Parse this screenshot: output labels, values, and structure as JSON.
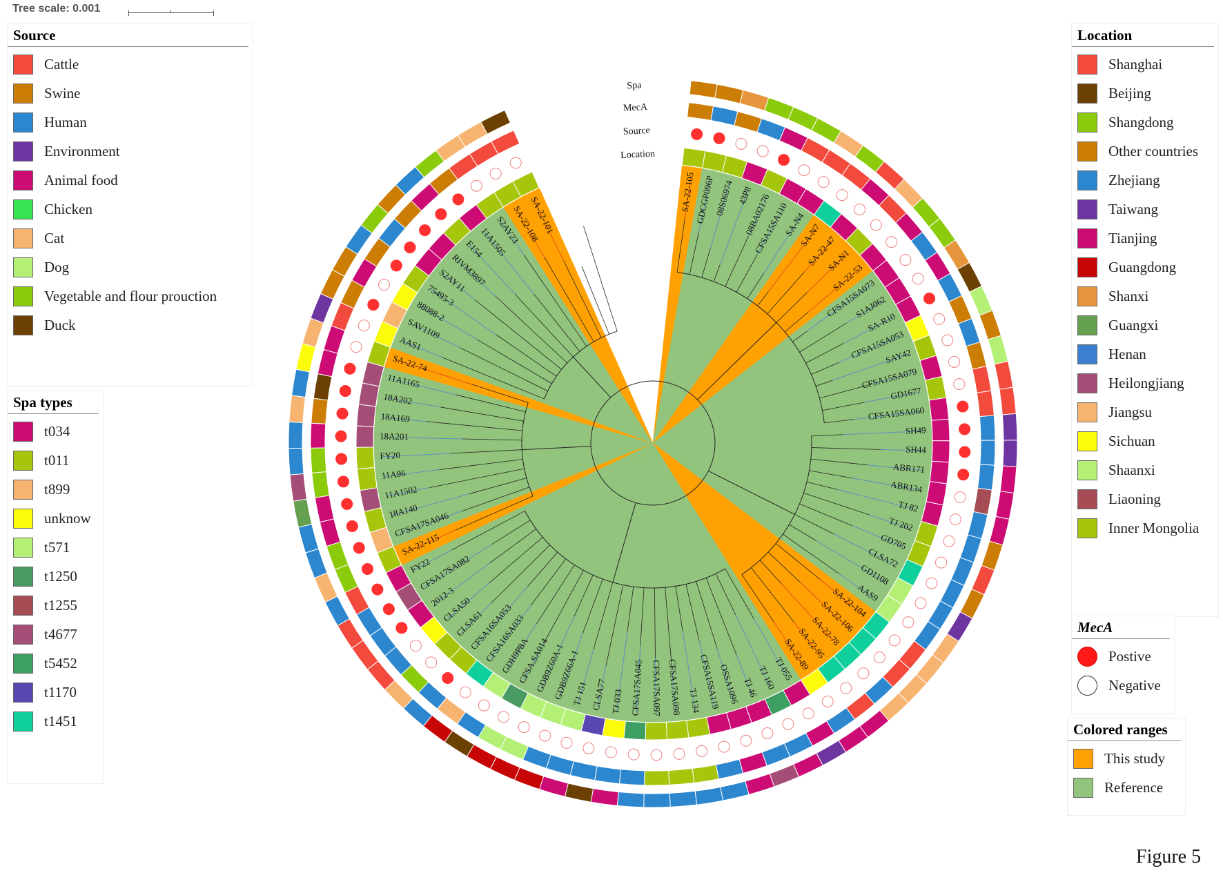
{
  "header": {
    "tree_scale": "Tree scale: 0.001"
  },
  "figure_label": "Figure 5",
  "ring_labels": [
    "Location",
    "Source",
    "MecA",
    "Spa"
  ],
  "legends": {
    "source": {
      "title": "Source",
      "items": [
        {
          "label": "Cattle",
          "color": "#f24a3c"
        },
        {
          "label": "Swine",
          "color": "#cb7d05"
        },
        {
          "label": "Human",
          "color": "#2d87cf"
        },
        {
          "label": "Environment",
          "color": "#6e35a0"
        },
        {
          "label": "Animal food",
          "color": "#cc0c74"
        },
        {
          "label": "Chicken",
          "color": "#37e253"
        },
        {
          "label": "Cat",
          "color": "#f6b470"
        },
        {
          "label": "Dog",
          "color": "#b4f075"
        },
        {
          "label": "Vegetable and flour prouction",
          "color": "#8ccb0c"
        },
        {
          "label": "Duck",
          "color": "#6b4002"
        }
      ]
    },
    "spa": {
      "title": "Spa types",
      "items": [
        {
          "label": "t034",
          "color": "#cc0c74"
        },
        {
          "label": "t011",
          "color": "#a6c60c"
        },
        {
          "label": "t899",
          "color": "#f6b470"
        },
        {
          "label": "unknow",
          "color": "#fbfb0a"
        },
        {
          "label": "t571",
          "color": "#b4f075"
        },
        {
          "label": "t1250",
          "color": "#4a9b63"
        },
        {
          "label": "t1255",
          "color": "#a64c55"
        },
        {
          "label": "t4677",
          "color": "#a44d76"
        },
        {
          "label": "t5452",
          "color": "#3e9f62"
        },
        {
          "label": "t1170",
          "color": "#5a46b0"
        },
        {
          "label": "t1451",
          "color": "#0fcf9c"
        }
      ]
    },
    "location": {
      "title": "Location",
      "items": [
        {
          "label": "Shanghai",
          "color": "#f24a3c"
        },
        {
          "label": "Beijing",
          "color": "#6b4002"
        },
        {
          "label": "Shangdong",
          "color": "#8ccb0c"
        },
        {
          "label": "Other countries",
          "color": "#cb7d05"
        },
        {
          "label": "Zhejiang",
          "color": "#2d87cf"
        },
        {
          "label": "Taiwang",
          "color": "#6e35a0"
        },
        {
          "label": "Tianjing",
          "color": "#cc0c74"
        },
        {
          "label": "Guangdong",
          "color": "#c80505"
        },
        {
          "label": "Shanxi",
          "color": "#e6953c"
        },
        {
          "label": "Guangxi",
          "color": "#64a04f"
        },
        {
          "label": "Henan",
          "color": "#3a7fd0"
        },
        {
          "label": "Heilongjiang",
          "color": "#a44d76"
        },
        {
          "label": "Jiangsu",
          "color": "#f6b470"
        },
        {
          "label": "Sichuan",
          "color": "#fbfb0a"
        },
        {
          "label": "Shaanxi",
          "color": "#b4f075"
        },
        {
          "label": "Liaoning",
          "color": "#a64c55"
        },
        {
          "label": "Inner Mongolia",
          "color": "#a6c60c"
        }
      ]
    },
    "meca": {
      "title": "MecA",
      "items": [
        {
          "label": "Postive",
          "color": "#ff1a1a"
        },
        {
          "label": "Negative",
          "color": "#ffffff"
        }
      ]
    },
    "ranges": {
      "title": "Colored ranges",
      "items": [
        {
          "label": "This study",
          "color": "#ffa102"
        },
        {
          "label": "Reference",
          "color": "#93c47d"
        }
      ]
    }
  },
  "tree": {
    "leaves": [
      {
        "name": "SA-22-105",
        "study": true,
        "spa": "t011",
        "meca": true,
        "src": "Swine",
        "loc": "Other countries"
      },
      {
        "name": "GDCGP096P",
        "study": false,
        "spa": "t011",
        "meca": true,
        "src": "Human",
        "loc": "Other countries"
      },
      {
        "name": "08S06974",
        "study": false,
        "spa": "t011",
        "meca": false,
        "src": "Swine",
        "loc": "Shanxi"
      },
      {
        "name": "43P8",
        "study": false,
        "spa": "t034",
        "meca": false,
        "src": "Human",
        "loc": "Shangdong"
      },
      {
        "name": "08BA02176",
        "study": false,
        "spa": "t011",
        "meca": true,
        "src": "Animal food",
        "loc": "Shangdong"
      },
      {
        "name": "CFSA15SA110",
        "study": false,
        "spa": "t034",
        "meca": false,
        "src": "Cattle",
        "loc": "Shangdong"
      },
      {
        "name": "SA-N4",
        "study": false,
        "spa": "t034",
        "meca": false,
        "src": "Cattle",
        "loc": "Jiangsu"
      },
      {
        "name": "SA-N7",
        "study": true,
        "spa": "t1451",
        "meca": false,
        "src": "Cattle",
        "loc": "Shangdong"
      },
      {
        "name": "SA-22-47",
        "study": true,
        "spa": "t034",
        "meca": false,
        "src": "Animal food",
        "loc": "Shanghai"
      },
      {
        "name": "SA-N1",
        "study": true,
        "spa": "t011",
        "meca": false,
        "src": "Cattle",
        "loc": "Jiangsu"
      },
      {
        "name": "SA-22-53",
        "study": true,
        "spa": "t034",
        "meca": false,
        "src": "Animal food",
        "loc": "Shangdong"
      },
      {
        "name": "CFSA15SA073",
        "study": false,
        "spa": "t034",
        "meca": false,
        "src": "Human",
        "loc": "Shangdong"
      },
      {
        "name": "S1AJ062",
        "study": false,
        "spa": "t034",
        "meca": false,
        "src": "Animal food",
        "loc": "Shanxi"
      },
      {
        "name": "SA-R10",
        "study": false,
        "spa": "t034",
        "meca": true,
        "src": "Human",
        "loc": "Beijing"
      },
      {
        "name": "CFSA15SA053",
        "study": false,
        "spa": "unknow",
        "meca": false,
        "src": "Swine",
        "loc": "Shaanxi"
      },
      {
        "name": "SAY42",
        "study": false,
        "spa": "t011",
        "meca": false,
        "src": "Human",
        "loc": "Other countries"
      },
      {
        "name": "CFSA15SA079",
        "study": false,
        "spa": "t034",
        "meca": false,
        "src": "Swine",
        "loc": "Shaanxi"
      },
      {
        "name": "GD1677",
        "study": false,
        "spa": "t011",
        "meca": false,
        "src": "Cattle",
        "loc": "Shanghai"
      },
      {
        "name": "CFSA15SA060",
        "study": false,
        "spa": "t034",
        "meca": true,
        "src": "Cattle",
        "loc": "Shanghai"
      },
      {
        "name": "SH49",
        "study": false,
        "spa": "t034",
        "meca": true,
        "src": "Human",
        "loc": "Taiwang"
      },
      {
        "name": "SH44",
        "study": false,
        "spa": "t034",
        "meca": true,
        "src": "Human",
        "loc": "Taiwang"
      },
      {
        "name": "ABR171",
        "study": false,
        "spa": "t034",
        "meca": true,
        "src": "Human",
        "loc": "Animal food"
      },
      {
        "name": "ABR134",
        "study": false,
        "spa": "t034",
        "meca": false,
        "src": "Liaoning",
        "loc": "Tianjing"
      },
      {
        "name": "TJ 82",
        "study": false,
        "spa": "t034",
        "meca": false,
        "src": "Human",
        "loc": "Tianjing"
      },
      {
        "name": "TJ 202",
        "study": false,
        "spa": "t011",
        "meca": false,
        "src": "Human",
        "loc": "Other countries"
      },
      {
        "name": "GD705",
        "study": false,
        "spa": "t011",
        "meca": false,
        "src": "Human",
        "loc": "Shanghai"
      },
      {
        "name": "CLSA72",
        "study": false,
        "spa": "t1451",
        "meca": false,
        "src": "Human",
        "loc": "Other countries"
      },
      {
        "name": "GD1108",
        "study": false,
        "spa": "t571",
        "meca": false,
        "src": "Human",
        "loc": "Taiwang"
      },
      {
        "name": "AAS9",
        "study": false,
        "spa": "t571",
        "meca": false,
        "src": "Human",
        "loc": "Jiangsu"
      },
      {
        "name": "SA-22-104",
        "study": true,
        "spa": "t1451",
        "meca": false,
        "src": "Cattle",
        "loc": "Jiangsu"
      },
      {
        "name": "SA-22-106",
        "study": true,
        "spa": "t1451",
        "meca": false,
        "src": "Cattle",
        "loc": "Jiangsu"
      },
      {
        "name": "SA-22-78",
        "study": true,
        "spa": "t1451",
        "meca": false,
        "src": "Human",
        "loc": "Jiangsu"
      },
      {
        "name": "SA-22-95",
        "study": true,
        "spa": "t1451",
        "meca": false,
        "src": "Cattle",
        "loc": "Animal food"
      },
      {
        "name": "SA-22-89",
        "study": true,
        "spa": "unknow",
        "meca": false,
        "src": "Human",
        "loc": "Animal food"
      },
      {
        "name": "TJ 055",
        "study": false,
        "spa": "t034",
        "meca": false,
        "src": "Animal food",
        "loc": "Taiwang"
      },
      {
        "name": "TJ 160",
        "study": false,
        "spa": "t5452",
        "meca": false,
        "src": "Human",
        "loc": "Animal food"
      },
      {
        "name": "TJ 46",
        "study": false,
        "spa": "t034",
        "meca": false,
        "src": "Human",
        "loc": "Heilongjiang"
      },
      {
        "name": "OSSA1096",
        "study": false,
        "spa": "t034",
        "meca": false,
        "src": "Animal food",
        "loc": "Animal food"
      },
      {
        "name": "CFSA15SA119",
        "study": false,
        "spa": "t034",
        "meca": false,
        "src": "Human",
        "loc": "Human"
      },
      {
        "name": "TJ 134",
        "study": false,
        "spa": "t011",
        "meca": false,
        "src": "Inner Mongolia",
        "loc": "Human"
      },
      {
        "name": "CFSA17SA098",
        "study": false,
        "spa": "t011",
        "meca": false,
        "src": "Inner Mongolia",
        "loc": "Human"
      },
      {
        "name": "CFSA17SA097",
        "study": false,
        "spa": "t011",
        "meca": false,
        "src": "Inner Mongolia",
        "loc": "Human"
      },
      {
        "name": "CFSA17SA045",
        "study": false,
        "spa": "t5452",
        "meca": false,
        "src": "Human",
        "loc": "Human"
      },
      {
        "name": "TJ 033",
        "study": false,
        "spa": "unknow",
        "meca": false,
        "src": "Human",
        "loc": "Animal food"
      },
      {
        "name": "CLSA77",
        "study": false,
        "spa": "t1170",
        "meca": false,
        "src": "Human",
        "loc": "Beijing"
      },
      {
        "name": "TJ 151",
        "study": false,
        "spa": "t571",
        "meca": false,
        "src": "Human",
        "loc": "Animal food"
      },
      {
        "name": "GDB9Z66A-1",
        "study": false,
        "spa": "t571",
        "meca": false,
        "src": "Human",
        "loc": "Guangdong"
      },
      {
        "name": "GDB9Z60A-1",
        "study": false,
        "spa": "t571",
        "meca": false,
        "src": "Dog",
        "loc": "Guangdong"
      },
      {
        "name": "CFSA.SA014",
        "study": false,
        "spa": "t1250",
        "meca": false,
        "src": "Dog",
        "loc": "Guangdong"
      },
      {
        "name": "GDH9P8A",
        "study": false,
        "spa": "t571",
        "meca": false,
        "src": "Human",
        "loc": "Beijing"
      },
      {
        "name": "CFSA16SA033",
        "study": false,
        "spa": "t1451",
        "meca": false,
        "src": "Cat",
        "loc": "Guangdong"
      },
      {
        "name": "CFSA16SA053",
        "study": false,
        "spa": "t011",
        "meca": true,
        "src": "Human",
        "loc": "Human"
      },
      {
        "name": "CLSA61",
        "study": false,
        "spa": "t011",
        "meca": false,
        "src": "Vegetable and flour prouction",
        "loc": "Jiangsu"
      },
      {
        "name": "CLSA50",
        "study": false,
        "spa": "unknow",
        "meca": false,
        "src": "Human",
        "loc": "Cattle"
      },
      {
        "name": "2012-3",
        "study": false,
        "spa": "t034",
        "meca": true,
        "src": "Human",
        "loc": "Cattle"
      },
      {
        "name": "CFSA17SA082",
        "study": false,
        "spa": "t4677",
        "meca": true,
        "src": "Human",
        "loc": "Cattle"
      },
      {
        "name": "FY22",
        "study": false,
        "spa": "t034",
        "meca": true,
        "src": "Cattle",
        "loc": "Human"
      },
      {
        "name": "SA-22-115",
        "study": true,
        "spa": "t011",
        "meca": true,
        "src": "Vegetable and flour prouction",
        "loc": "Jiangsu"
      },
      {
        "name": "CFSA17SA046",
        "study": false,
        "spa": "t899",
        "meca": true,
        "src": "Vegetable and flour prouction",
        "loc": "Human"
      },
      {
        "name": "18A140",
        "study": false,
        "spa": "t011",
        "meca": true,
        "src": "Animal food",
        "loc": "Human"
      },
      {
        "name": "11A1502",
        "study": false,
        "spa": "t4677",
        "meca": true,
        "src": "Animal food",
        "loc": "Guangxi"
      },
      {
        "name": "11A96",
        "study": false,
        "spa": "t011",
        "meca": true,
        "src": "Vegetable and flour prouction",
        "loc": "Heilongjiang"
      },
      {
        "name": "FY20",
        "study": false,
        "spa": "t011",
        "meca": true,
        "src": "Vegetable and flour prouction",
        "loc": "Human"
      },
      {
        "name": "18A201",
        "study": false,
        "spa": "t4677",
        "meca": true,
        "src": "Animal food",
        "loc": "Human"
      },
      {
        "name": "18A169",
        "study": false,
        "spa": "t4677",
        "meca": true,
        "src": "Swine",
        "loc": "Jiangsu"
      },
      {
        "name": "18A202",
        "study": false,
        "spa": "t4677",
        "meca": true,
        "src": "Duck",
        "loc": "Human"
      },
      {
        "name": "11A1165",
        "study": false,
        "spa": "t4677",
        "meca": true,
        "src": "Animal food",
        "loc": "Sichuan"
      },
      {
        "name": "SA-22-74",
        "study": true,
        "spa": "t011",
        "meca": false,
        "src": "Animal food",
        "loc": "Jiangsu"
      },
      {
        "name": "AAS1",
        "study": false,
        "spa": "unknow",
        "meca": false,
        "src": "Cattle",
        "loc": "Taiwang"
      },
      {
        "name": "SAV1109",
        "study": false,
        "spa": "t899",
        "meca": true,
        "src": "Swine",
        "loc": "Swine"
      },
      {
        "name": "88088-2",
        "study": false,
        "spa": "unknow",
        "meca": false,
        "src": "Animal food",
        "loc": "Swine"
      },
      {
        "name": "75495-3",
        "study": false,
        "spa": "t011",
        "meca": true,
        "src": "Swine",
        "loc": "Human"
      },
      {
        "name": "S2AY11",
        "study": false,
        "spa": "t034",
        "meca": true,
        "src": "Human",
        "loc": "Vegetable and flour prouction"
      },
      {
        "name": "RIVM3897",
        "study": false,
        "spa": "t034",
        "meca": true,
        "src": "Swine",
        "loc": "Swine"
      },
      {
        "name": "E154",
        "study": false,
        "spa": "t011",
        "meca": true,
        "src": "Animal food",
        "loc": "Human"
      },
      {
        "name": "11A1505",
        "study": false,
        "spa": "t034",
        "meca": true,
        "src": "Swine",
        "loc": "Vegetable and flour prouction"
      },
      {
        "name": "S2AY23",
        "study": false,
        "spa": "t011",
        "meca": false,
        "src": "Cattle",
        "loc": "Jiangsu"
      },
      {
        "name": "SA-22-108",
        "study": true,
        "spa": "t011",
        "meca": false,
        "src": "Cattle",
        "loc": "Jiangsu"
      },
      {
        "name": "SA-22-101",
        "study": true,
        "spa": "t011",
        "meca": false,
        "src": "Cattle",
        "loc": "Beijing"
      }
    ]
  }
}
